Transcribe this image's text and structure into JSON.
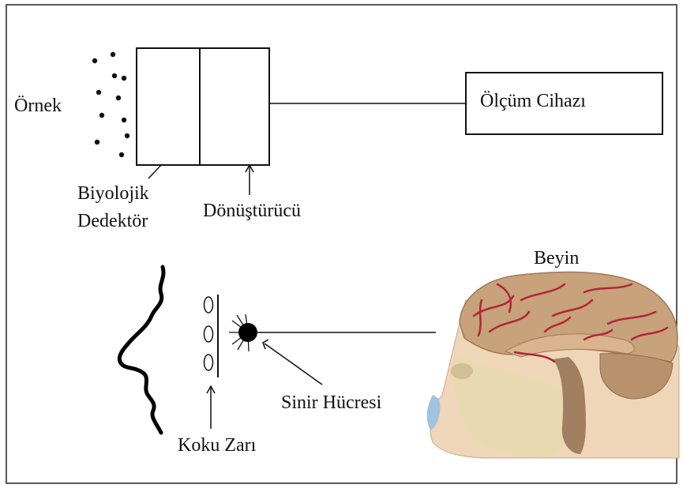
{
  "labels": {
    "sample": "Örnek",
    "bio_detector_line1": "Biyolojik",
    "bio_detector_line2": "Dedektör",
    "transducer": "Dönüştürücü",
    "measuring_device": "Ölçüm Cihazı",
    "brain": "Beyin",
    "nerve_cell": "Sinir Hücresi",
    "olfactory_membrane": "Koku Zarı"
  },
  "colors": {
    "ink": "#111111",
    "frame": "#222222",
    "skin": "#f0d6b8",
    "brain": "#c7a27a",
    "vessel": "#b2253a",
    "bone": "#e8d9b0"
  }
}
